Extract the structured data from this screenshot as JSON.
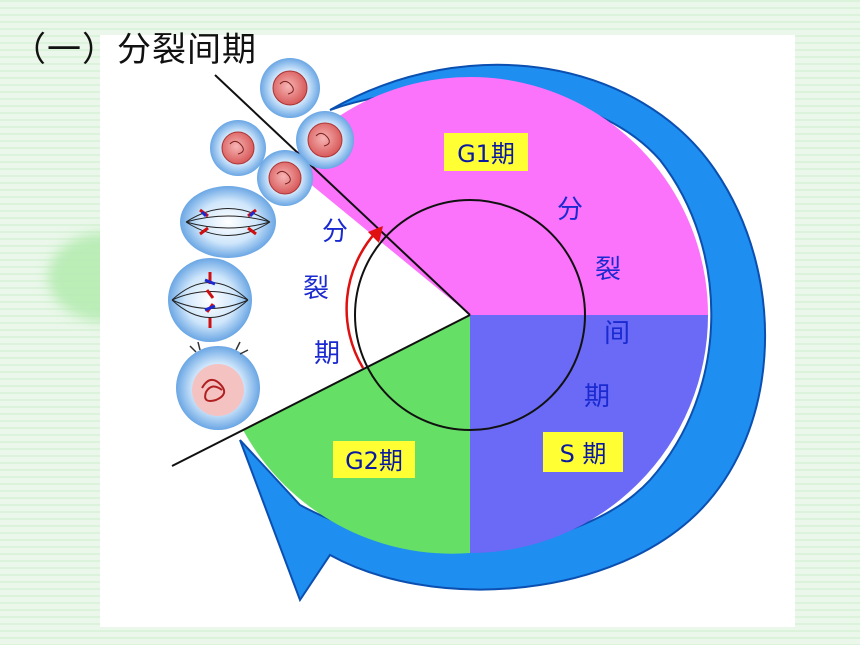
{
  "title": "（一）分裂间期",
  "phases": {
    "g1": "G1期",
    "s": "S 期",
    "g2": "G2期"
  },
  "interphase_chars": [
    "分",
    "裂",
    "间",
    "期"
  ],
  "mitosis_chars": [
    "分",
    "裂",
    "期"
  ],
  "colors": {
    "g1": "#fb73fb",
    "s": "#6a6af6",
    "g2": "#66df66",
    "arrow": "#1e8ef0",
    "label_box": "#ffff33",
    "label_text": "#0a1aa0",
    "mitosis_arrow": "#e01010"
  }
}
